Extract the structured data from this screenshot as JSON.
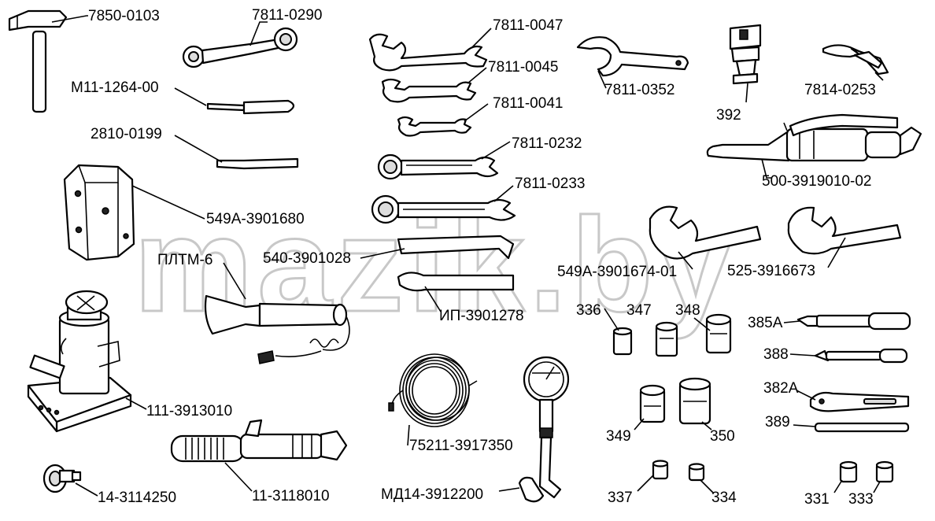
{
  "watermark": "mazik.by",
  "parts": [
    {
      "id": "hammer",
      "label": "7850-0103"
    },
    {
      "id": "ring-spanner",
      "label": "7811-0290"
    },
    {
      "id": "screwdriver",
      "label": "М11-1264-00"
    },
    {
      "id": "flat-screwdriver",
      "label": "2810-0199"
    },
    {
      "id": "hex-box-wrench",
      "label": "549А-3901680"
    },
    {
      "id": "inspection-lamp",
      "label": "ПЛТМ-6"
    },
    {
      "id": "bottle-jack",
      "label": "111-3913010"
    },
    {
      "id": "fitting",
      "label": "14-3114250"
    },
    {
      "id": "open-wrench-1",
      "label": "7811-0047"
    },
    {
      "id": "open-wrench-2",
      "label": "7811-0045"
    },
    {
      "id": "open-wrench-3",
      "label": "7811-0041"
    },
    {
      "id": "combo-wrench-1",
      "label": "7811-0232"
    },
    {
      "id": "combo-wrench-2",
      "label": "7811-0233"
    },
    {
      "id": "pry-bar",
      "label": "540-3901028"
    },
    {
      "id": "tire-lever",
      "label": "ИП-3901278"
    },
    {
      "id": "air-hose",
      "label": "75211-3917350"
    },
    {
      "id": "grease-gun-nozzle",
      "label": "11-3118010"
    },
    {
      "id": "tire-gauge",
      "label": "МД14-3912200"
    },
    {
      "id": "hook-wrench",
      "label": "7811-0352"
    },
    {
      "id": "socket-adapter",
      "label": "392"
    },
    {
      "id": "pliers",
      "label": "7814-0253"
    },
    {
      "id": "grease-gun",
      "label": "500-3919010-02"
    },
    {
      "id": "big-wrench-1",
      "label": "549А-3901674-01"
    },
    {
      "id": "big-wrench-2",
      "label": "525-3916673"
    },
    {
      "id": "socket-336",
      "label": "336"
    },
    {
      "id": "socket-347",
      "label": "347"
    },
    {
      "id": "socket-348",
      "label": "348"
    },
    {
      "id": "socket-349",
      "label": "349"
    },
    {
      "id": "socket-350",
      "label": "350"
    },
    {
      "id": "socket-337",
      "label": "337"
    },
    {
      "id": "socket-334",
      "label": "334"
    },
    {
      "id": "socket-331",
      "label": "331"
    },
    {
      "id": "socket-333",
      "label": "333"
    },
    {
      "id": "screwdriver-385a",
      "label": "385А"
    },
    {
      "id": "screwdriver-388",
      "label": "388"
    },
    {
      "id": "ratchet-382a",
      "label": "382А"
    },
    {
      "id": "extension-389",
      "label": "389"
    }
  ]
}
